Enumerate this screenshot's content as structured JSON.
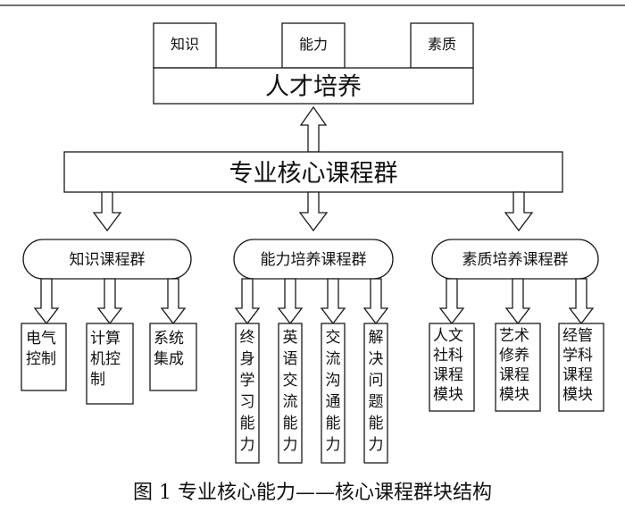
{
  "top_boxes": [
    "知识",
    "能力",
    "素质"
  ],
  "talent": "人才培养",
  "core": "专业核心课程群",
  "groups": [
    {
      "label": "知识课程群",
      "items": [
        "电气控制",
        "计算机控制",
        "系统集成"
      ]
    },
    {
      "label": "能力培养课程群",
      "items": [
        "终身学习能力",
        "英语交流能力",
        "交流沟通能力",
        "解决问题能力"
      ]
    },
    {
      "label": "素质培养课程群",
      "items": [
        "人文社科课程模块",
        "艺术修养课程模块",
        "经管学科课程模块"
      ]
    }
  ],
  "caption": "图 1 专业核心能力——核心课程群块结构"
}
